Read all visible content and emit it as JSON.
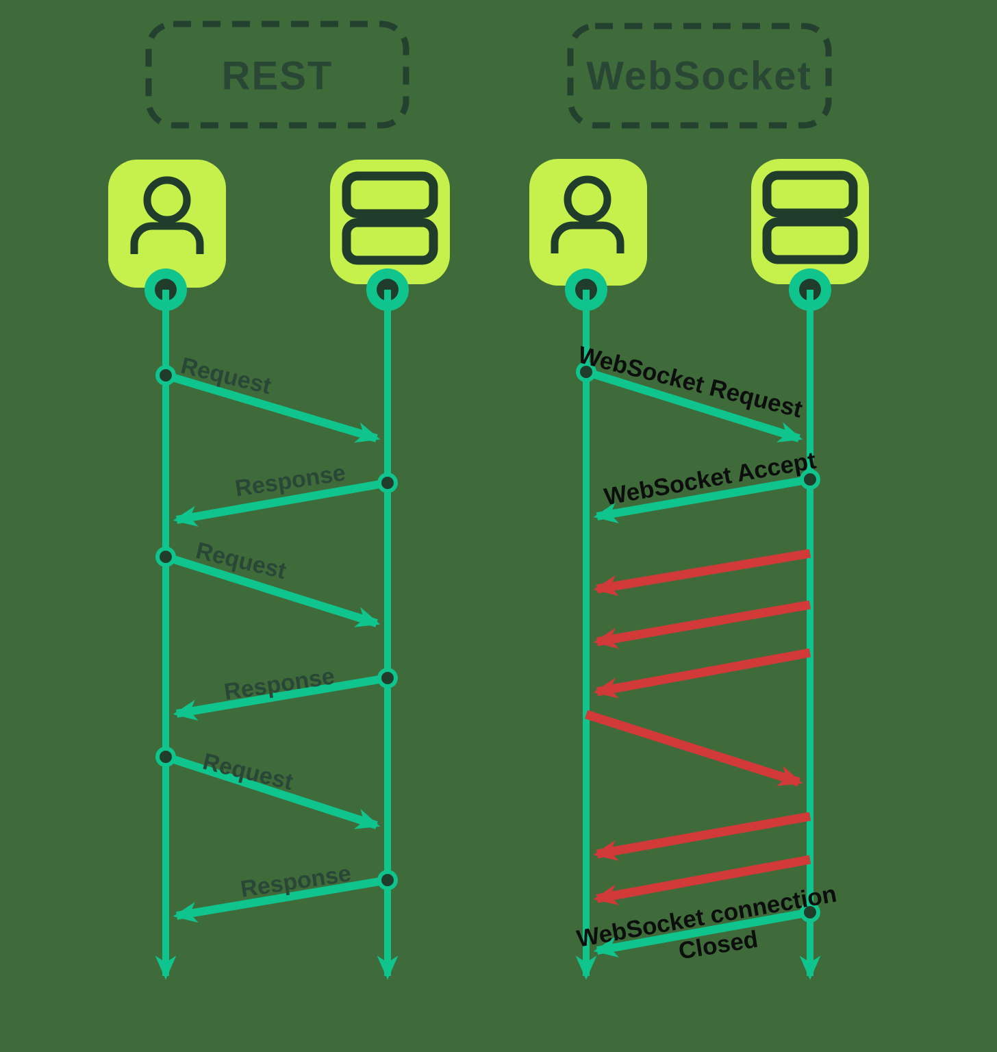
{
  "colors": {
    "bg": "#3f6b3a",
    "lime": "#c6f14d",
    "teal": "#10c48e",
    "red": "#d23939",
    "dark": "#203c2b",
    "header-border": "#24402f",
    "header-text": "#2a4634",
    "rest-label": "#2a4637",
    "ws-label": "#0b0e0c"
  },
  "rest": {
    "title": "REST",
    "client_icon": "user-icon",
    "server_icon": "server-icon",
    "messages": [
      {
        "label": "Request",
        "from": "client",
        "to": "server",
        "color": "teal"
      },
      {
        "label": "Response",
        "from": "server",
        "to": "client",
        "color": "teal"
      },
      {
        "label": "Request",
        "from": "client",
        "to": "server",
        "color": "teal"
      },
      {
        "label": "Response",
        "from": "server",
        "to": "client",
        "color": "teal"
      },
      {
        "label": "Request",
        "from": "client",
        "to": "server",
        "color": "teal"
      },
      {
        "label": "Response",
        "from": "server",
        "to": "client",
        "color": "teal"
      }
    ]
  },
  "websocket": {
    "title": "WebSocket",
    "client_icon": "user-icon",
    "server_icon": "server-icon",
    "messages": [
      {
        "label": "WebSocket Request",
        "from": "client",
        "to": "server",
        "color": "teal"
      },
      {
        "label": "WebSocket Accept",
        "from": "server",
        "to": "client",
        "color": "teal"
      },
      {
        "label": "",
        "from": "server",
        "to": "client",
        "color": "red"
      },
      {
        "label": "",
        "from": "server",
        "to": "client",
        "color": "red"
      },
      {
        "label": "",
        "from": "server",
        "to": "client",
        "color": "red"
      },
      {
        "label": "",
        "from": "client",
        "to": "server",
        "color": "red"
      },
      {
        "label": "",
        "from": "server",
        "to": "client",
        "color": "red"
      },
      {
        "label": "",
        "from": "server",
        "to": "client",
        "color": "red"
      },
      {
        "label": "WebSocket connection",
        "label2": "Closed",
        "from": "server",
        "to": "client",
        "color": "teal"
      }
    ]
  }
}
